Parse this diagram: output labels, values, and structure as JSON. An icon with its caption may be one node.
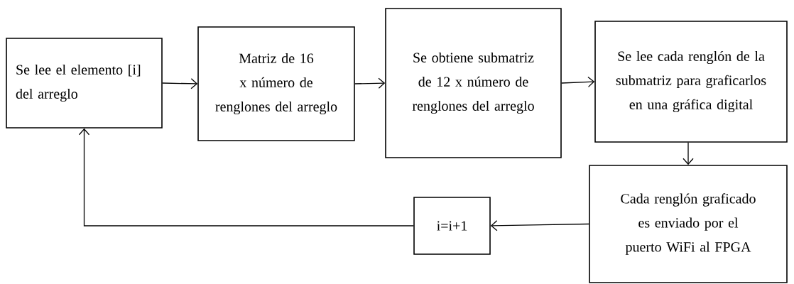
{
  "diagram": {
    "nodes": [
      {
        "text": [
          "Se lee el elemento [i] del arreglo"
        ]
      },
      {
        "text": [
          "Matriz de 16 x número de renglones del arreglo"
        ]
      },
      {
        "text": [
          "Se obtiene submatriz de 12 x número de renglones del arreglo"
        ]
      },
      {
        "text": [
          "Se lee cada renglón de la submatriz para graficarlos en una gráfica digital"
        ]
      },
      {
        "text": [
          "Cada renglón graficado es enviado por el puerto WiFi al FPGA"
        ]
      },
      {
        "text": [
          "i=i+1"
        ]
      }
    ],
    "edges": [
      {
        "from": 0,
        "to": 1,
        "arrow": "to"
      },
      {
        "from": 1,
        "to": 2,
        "arrow": "to"
      },
      {
        "from": 2,
        "to": 3,
        "arrow": "to"
      },
      {
        "from": 3,
        "to": 4,
        "arrow": "to"
      },
      {
        "from": 4,
        "to": 5,
        "arrow": "to"
      },
      {
        "from": 5,
        "to": 0,
        "arrow": "to"
      }
    ]
  }
}
